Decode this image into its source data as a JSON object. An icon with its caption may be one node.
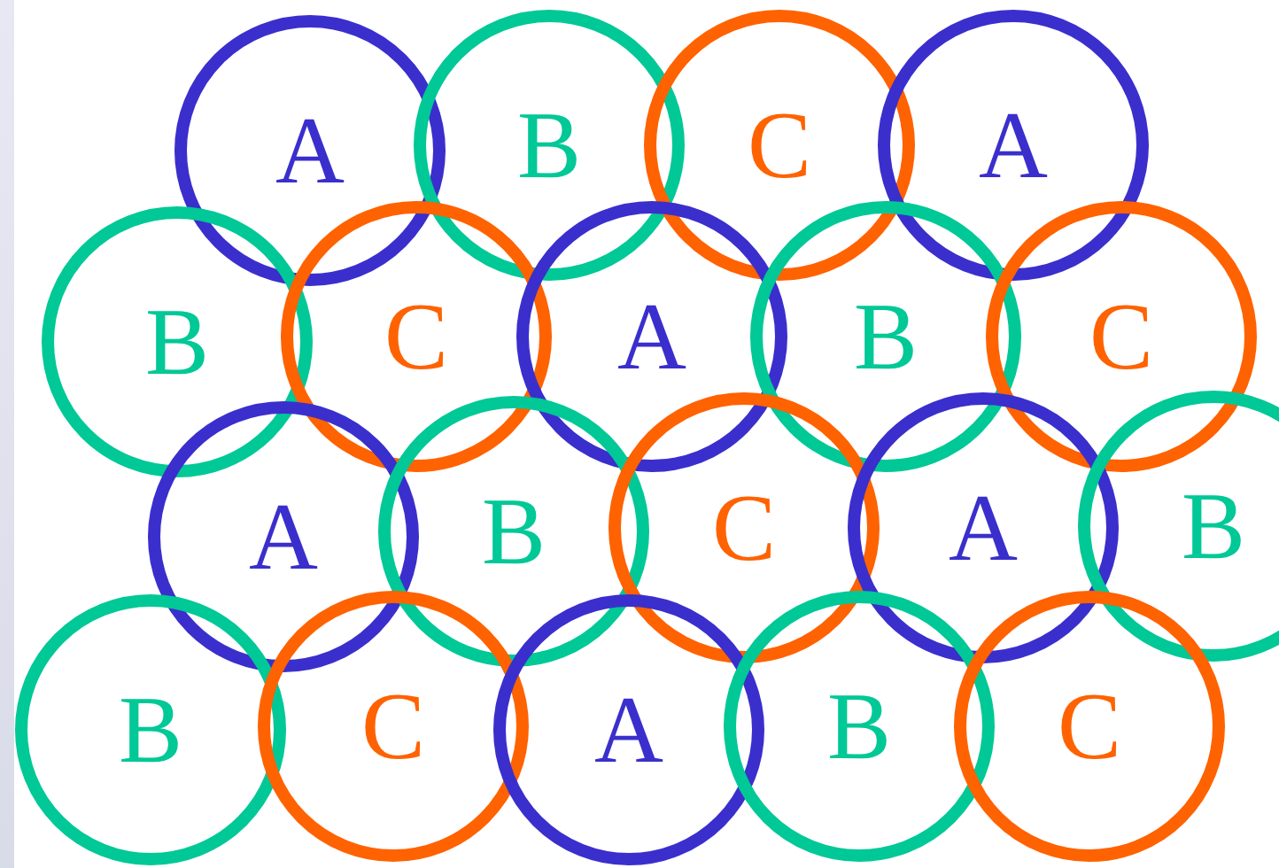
{
  "diagram": {
    "nodes": [
      {
        "text": [
          "A"
        ]
      },
      {
        "text": [
          "B"
        ]
      },
      {
        "text": [
          "C"
        ]
      },
      {
        "text": [
          "A"
        ]
      },
      {
        "text": [
          "B"
        ]
      },
      {
        "text": [
          "C"
        ]
      },
      {
        "text": [
          "A"
        ]
      },
      {
        "text": [
          "B"
        ]
      },
      {
        "text": [
          "C"
        ]
      },
      {
        "text": [
          "A"
        ]
      },
      {
        "text": [
          "B"
        ]
      },
      {
        "text": [
          "C"
        ]
      },
      {
        "text": [
          "A"
        ]
      },
      {
        "text": [
          "B"
        ]
      },
      {
        "text": [
          "B"
        ]
      },
      {
        "text": [
          "C"
        ]
      },
      {
        "text": [
          "A"
        ]
      },
      {
        "text": [
          "B"
        ]
      },
      {
        "text": [
          "C"
        ]
      }
    ]
  }
}
